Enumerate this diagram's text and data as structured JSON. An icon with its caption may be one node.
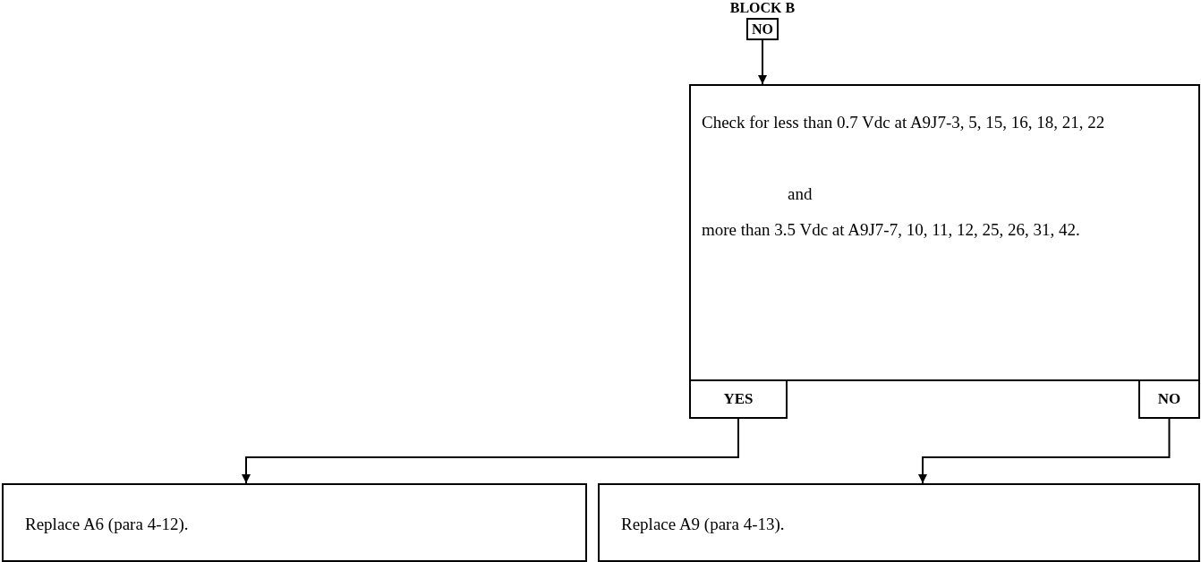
{
  "diagram": {
    "nodes": [
      {
        "text": [
          "BLOCK B",
          "NO"
        ]
      },
      {
        "text": [
          "Check for less than 0.7 Vdc at A9J7-3, 5, 15, 16, 18, 21, 22",
          "and",
          "more than 3.5 Vdc at A9J7-7, 10, 11, 12, 25, 26, 31, 42."
        ]
      },
      {
        "text": [
          "YES"
        ]
      },
      {
        "text": [
          "NO"
        ]
      },
      {
        "text": [
          "Replace A6 (para 4-12)."
        ]
      },
      {
        "text": [
          "Replace A9 (para 4-13)."
        ]
      }
    ],
    "edges": [
      {
        "from": 0,
        "to": 1,
        "arrow": "to"
      },
      {
        "from": 2,
        "to": 4,
        "arrow": "to"
      },
      {
        "from": 3,
        "to": 5,
        "arrow": "to"
      }
    ]
  }
}
